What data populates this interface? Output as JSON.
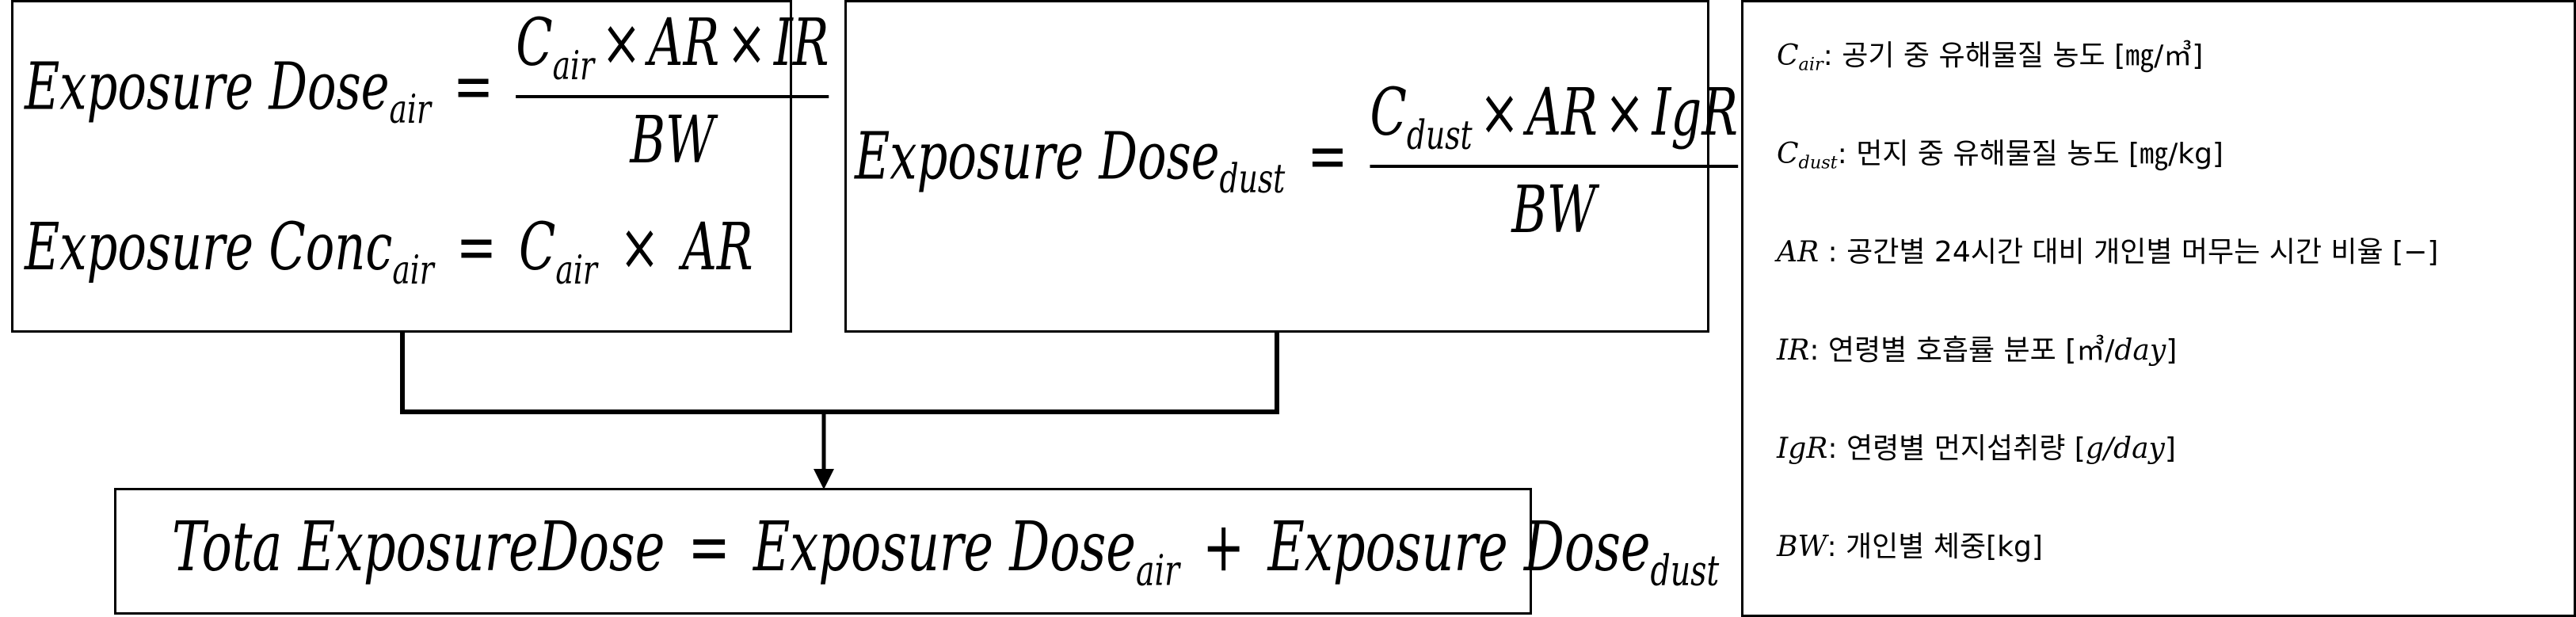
{
  "diagram": {
    "air_box": {
      "dose_lhs": "Exposure Dose",
      "dose_lhs_sub": "air",
      "eq": "=",
      "num_c": "C",
      "num_c_sub": "air",
      "times1": "×",
      "num_ar": "AR",
      "times2": "×",
      "num_ir": "IR",
      "den": "BW",
      "conc_lhs": "Exposure Conc",
      "conc_lhs_sub": "air",
      "conc_eq": "=",
      "conc_c": "C",
      "conc_c_sub": "air",
      "conc_times": "×",
      "conc_ar": "AR"
    },
    "dust_box": {
      "dose_lhs": "Exposure Dose",
      "dose_lhs_sub": "dust",
      "eq": "=",
      "num_c": "C",
      "num_c_sub": "dust",
      "times1": "×",
      "num_ar": "AR",
      "times2": "×",
      "num_igr": "IgR",
      "den": "BW"
    },
    "total_box": {
      "lhs": "Tota ExposureDose",
      "eq": "=",
      "term1": "Exposure Dose",
      "term1_sub": "air",
      "plus": "+",
      "term2": "Exposure Dose",
      "term2_sub": "dust"
    }
  },
  "legend": [
    {
      "sym": "C",
      "sub": "air",
      "text": ": 공기 중 유해물질 농도 [㎎/㎥]"
    },
    {
      "sym": "C",
      "sub": "dust",
      "text": ": 먼지 중 유해물질 농도 [㎎/kg]"
    },
    {
      "sym": "AR",
      "sub": "",
      "text": " : 공간별 24시간 대비 개인별 머무는 시간 비율 [−]"
    },
    {
      "sym": "IR",
      "sub": "",
      "text": ": 연령별 호흡률 분포 [㎥/",
      "unit_it": "day",
      "unit_end": "]"
    },
    {
      "sym": "IgR",
      "sub": "",
      "text": ": 연령별 먼지섭취량 [",
      "unit_it": "g/day",
      "unit_end": "]"
    },
    {
      "sym": "BW",
      "sub": "",
      "text": ": 개인별 체중[kg]"
    }
  ]
}
